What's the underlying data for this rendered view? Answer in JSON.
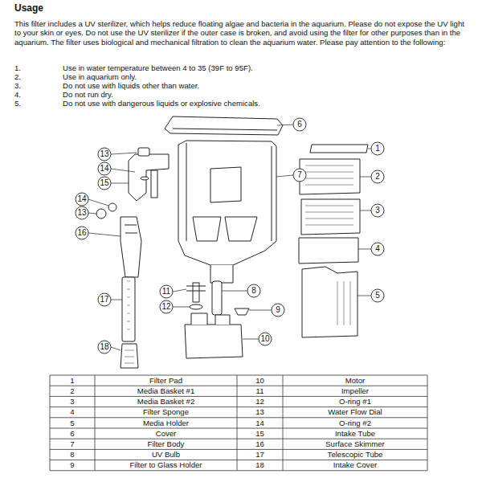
{
  "diagram": {
    "title": "Usage",
    "labels": [
      "This filter includes a UV sterilizer, which helps reduce floating algae and bacteria in the aquarium. Please do not expose the UV light to your skin or eyes. Do not use the UV sterilizer if the outer case is broken, and avoid using the filter for other purposes than in the aquarium. The filter uses biological and mechanical filtration to clean the aquarium water. Please pay attention to the following:",
      "1.",
      "Use in water temperature between 4 to 35 (39F to 95F).",
      "2.",
      "Use in aquarium only.",
      "3.",
      "Do not use with liquids other than water.",
      "4.",
      "Do not run dry.",
      "5.",
      "Do not use with dangerous liquids or explosive chemicals.",
      "13",
      "14",
      "15",
      "14",
      "13",
      "16",
      "6",
      "7",
      "1",
      "2",
      "3",
      "4",
      "5",
      "11",
      "8",
      "12",
      "9",
      "17",
      "10",
      "18",
      "1",
      "Filter Pad",
      "10",
      "Motor",
      "2",
      "Media Basket #1",
      "11",
      "Impeller",
      "3",
      "Media Basket #2",
      "12",
      "O-ring #1",
      "4",
      "Filter Sponge",
      "13",
      "Water Flow Dial",
      "5",
      "Media Holder",
      "14",
      "O-ring #2",
      "6",
      "Cover",
      "15",
      "Intake Tube",
      "7",
      "Filter Body",
      "16",
      "Surface Skimmer",
      "8",
      "UV Bulb",
      "17",
      "Telescopic Tube",
      "9",
      "Filter to Glass Holder",
      "18",
      "Intake Cover"
    ]
  }
}
